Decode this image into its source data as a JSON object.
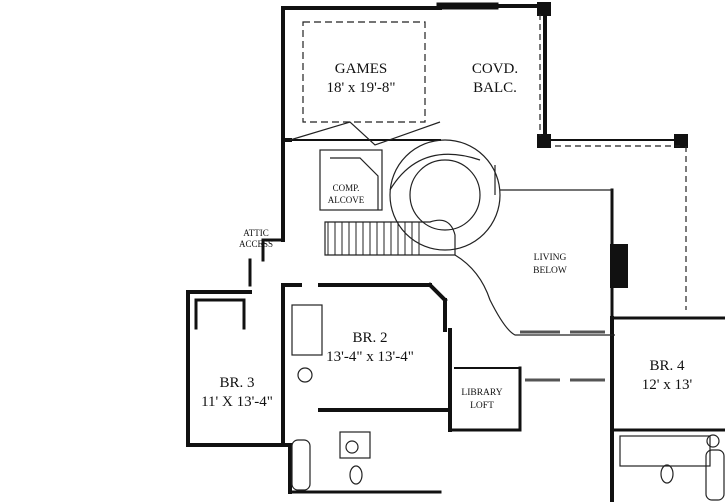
{
  "colors": {
    "wall": "#111111",
    "thin_line": "#222222",
    "dashed": "#444444",
    "background": "#ffffff"
  },
  "rooms": {
    "games": {
      "name": "GAMES",
      "size": "18' x 19'-8\""
    },
    "covd_balc": {
      "line1": "COVD.",
      "line2": "BALC."
    },
    "comp_alcove": {
      "line1": "COMP.",
      "line2": "ALCOVE"
    },
    "attic_access": {
      "line1": "ATTIC",
      "line2": "ACCESS"
    },
    "living_below": {
      "line1": "LIVING",
      "line2": "BELOW"
    },
    "br2": {
      "name": "BR. 2",
      "size": "13'-4\" x 13'-4\""
    },
    "br3": {
      "name": "BR. 3",
      "size": "11' X 13'-4\""
    },
    "br4": {
      "name": "BR. 4",
      "size": "12' x 13'"
    },
    "library_loft": {
      "line1": "LIBRARY",
      "line2": "LOFT"
    }
  }
}
